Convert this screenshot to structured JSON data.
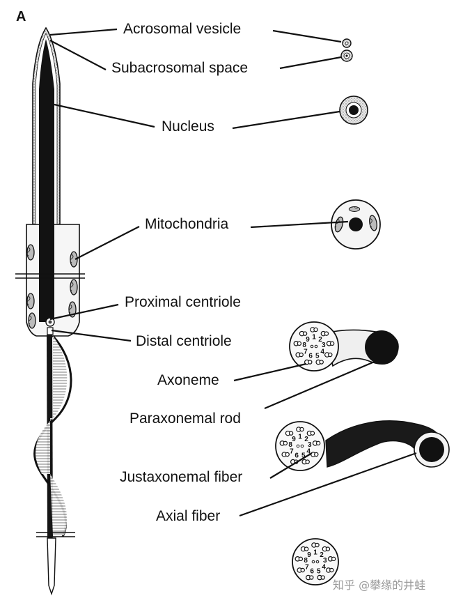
{
  "panel_letter": "A",
  "labels": {
    "acrosomal_vesicle": "Acrosomal vesicle",
    "subacrosomal_space": "Subacrosomal space",
    "nucleus": "Nucleus",
    "mitochondria": "Mitochondria",
    "proximal_centriole": "Proximal centriole",
    "distal_centriole": "Distal centriole",
    "axoneme": "Axoneme",
    "paraxonemal_rod": "Paraxonemal rod",
    "justaxonemal_fiber": "Justaxonemal fiber",
    "axial_fiber": "Axial fiber"
  },
  "doublet_numbers": [
    "1",
    "2",
    "3",
    "4",
    "5",
    "6",
    "7",
    "8",
    "9"
  ],
  "watermark": "知乎 @攀缘的井蛙",
  "colors": {
    "ink": "#111111",
    "stipple": "#b9b9b9",
    "fill_light": "#f4f4f4"
  }
}
